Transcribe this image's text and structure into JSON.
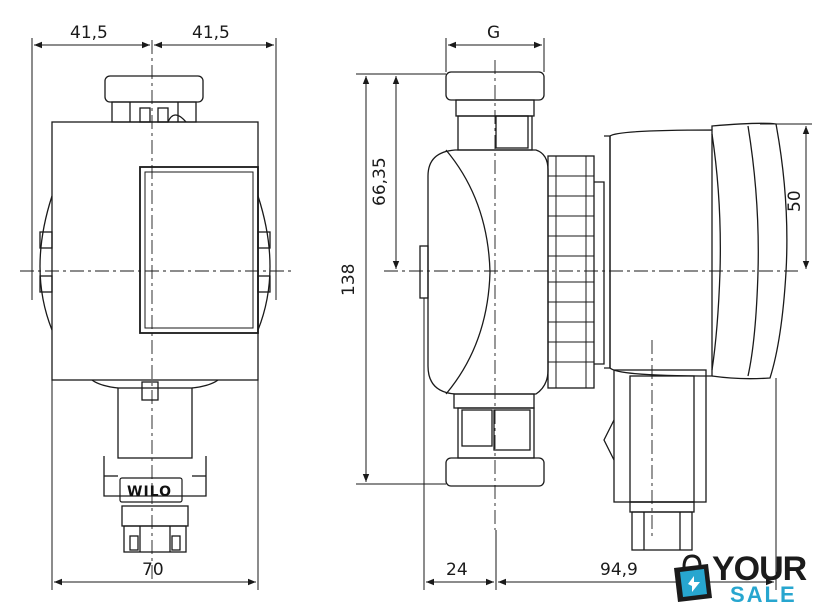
{
  "dimensions": {
    "front_left_half": "41,5",
    "front_right_half": "41,5",
    "front_width": "70",
    "thread": "G",
    "height_total": "138",
    "height_to_axis": "66,35",
    "motor_half_height": "50",
    "inlet_offset": "24",
    "motor_length": "94,9"
  },
  "brand": {
    "logo": "WILO"
  },
  "watermark": {
    "main": "YOUR",
    "sub": "SALE"
  },
  "colors": {
    "line": "#1a1a1a",
    "accent": "#27a6cf"
  }
}
